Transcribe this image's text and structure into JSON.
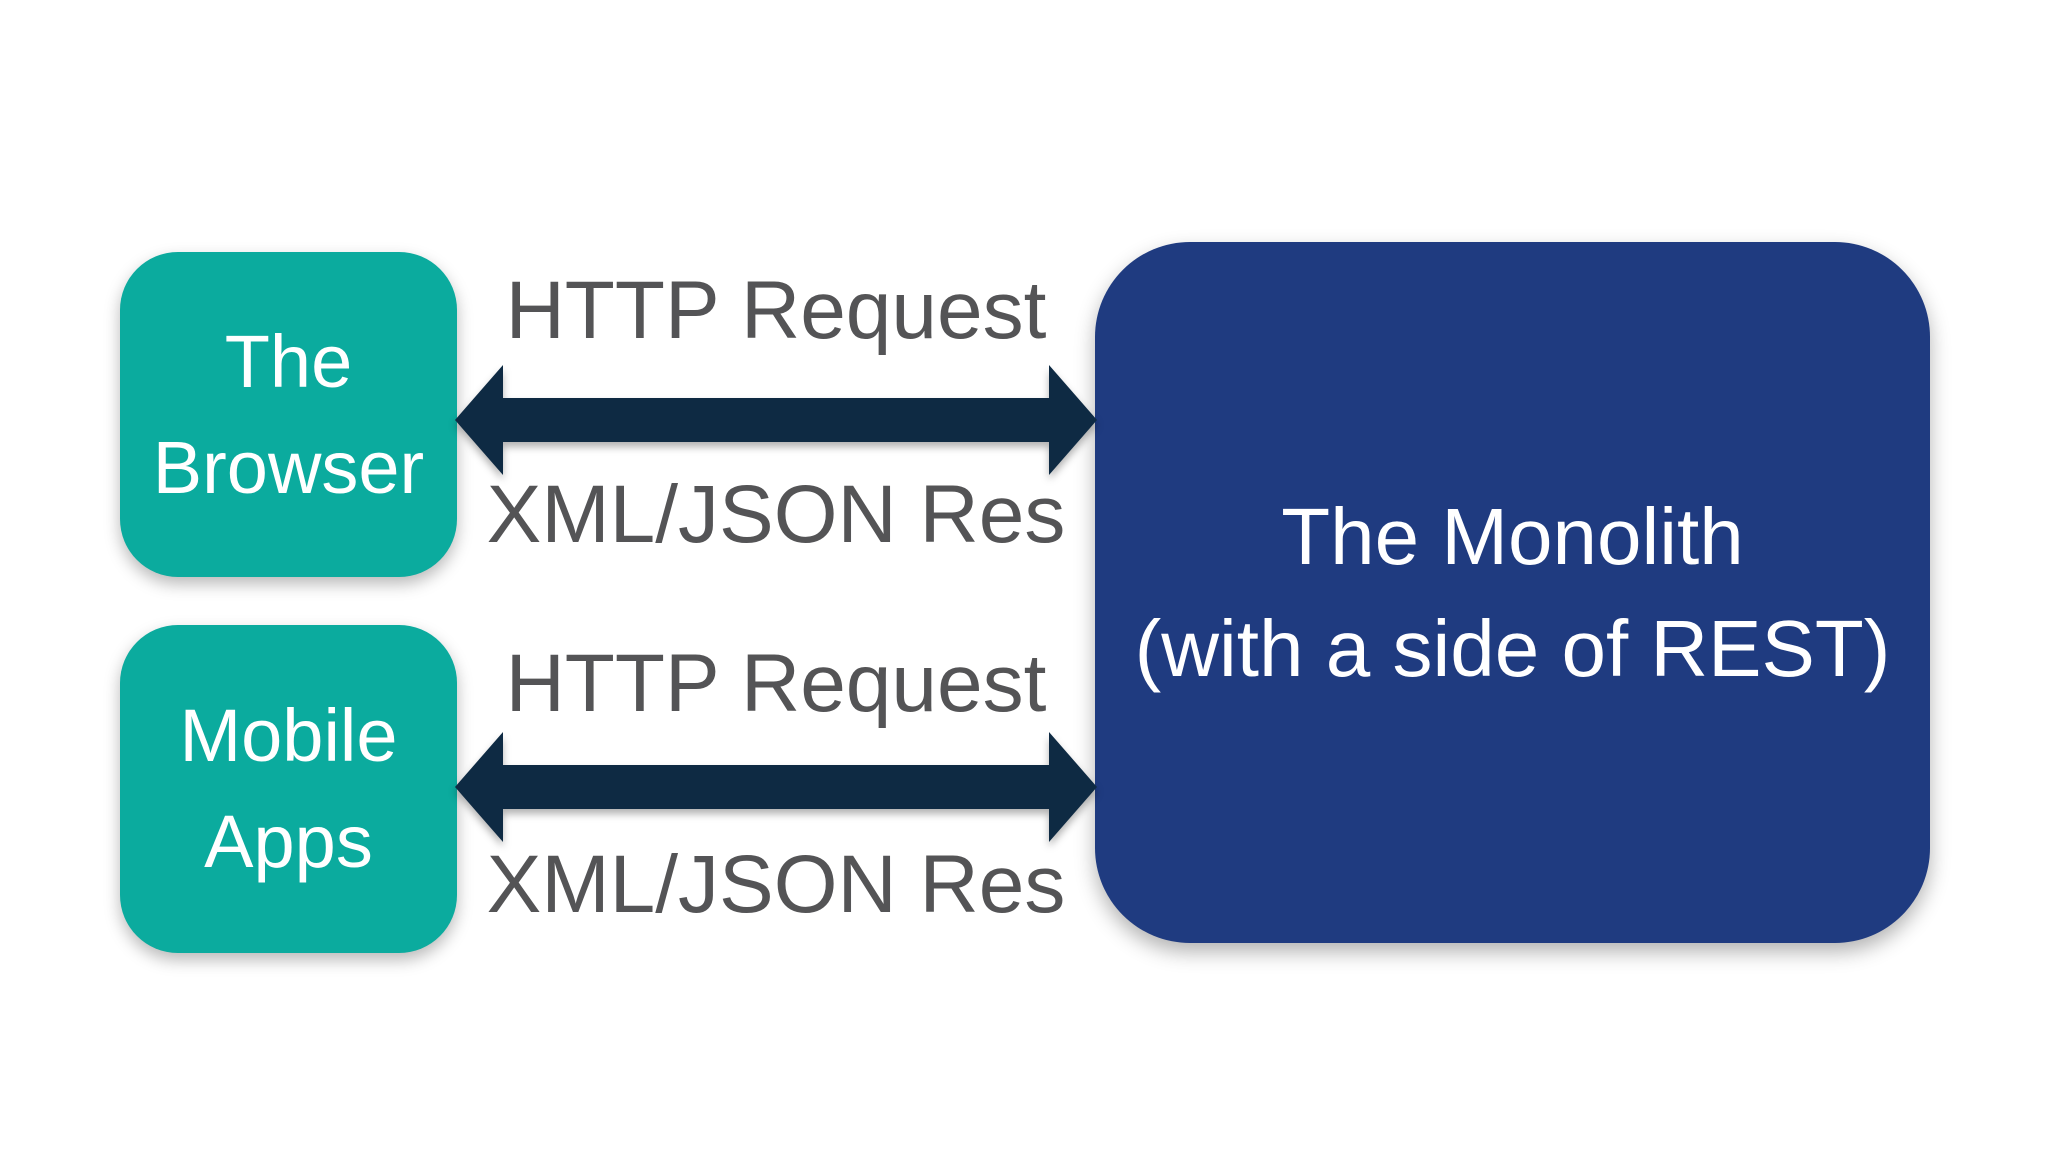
{
  "diagram": {
    "nodes": {
      "browser": {
        "line1": "The",
        "line2": "Browser"
      },
      "mobile": {
        "line1": "Mobile",
        "line2": "Apps"
      },
      "monolith": {
        "line1": "The Monolith",
        "line2": "(with a side of REST)"
      }
    },
    "connections": [
      {
        "request_label": "HTTP Request",
        "response_label": "XML/JSON Res"
      },
      {
        "request_label": "HTTP Request",
        "response_label": "XML/JSON Res"
      }
    ],
    "colors": {
      "background": "#ffffff",
      "teal": "#0bab9e",
      "navy": "#0e2a43",
      "blue": "#1f3b80",
      "gray": "#545456",
      "node_text": "#ffffff"
    }
  }
}
